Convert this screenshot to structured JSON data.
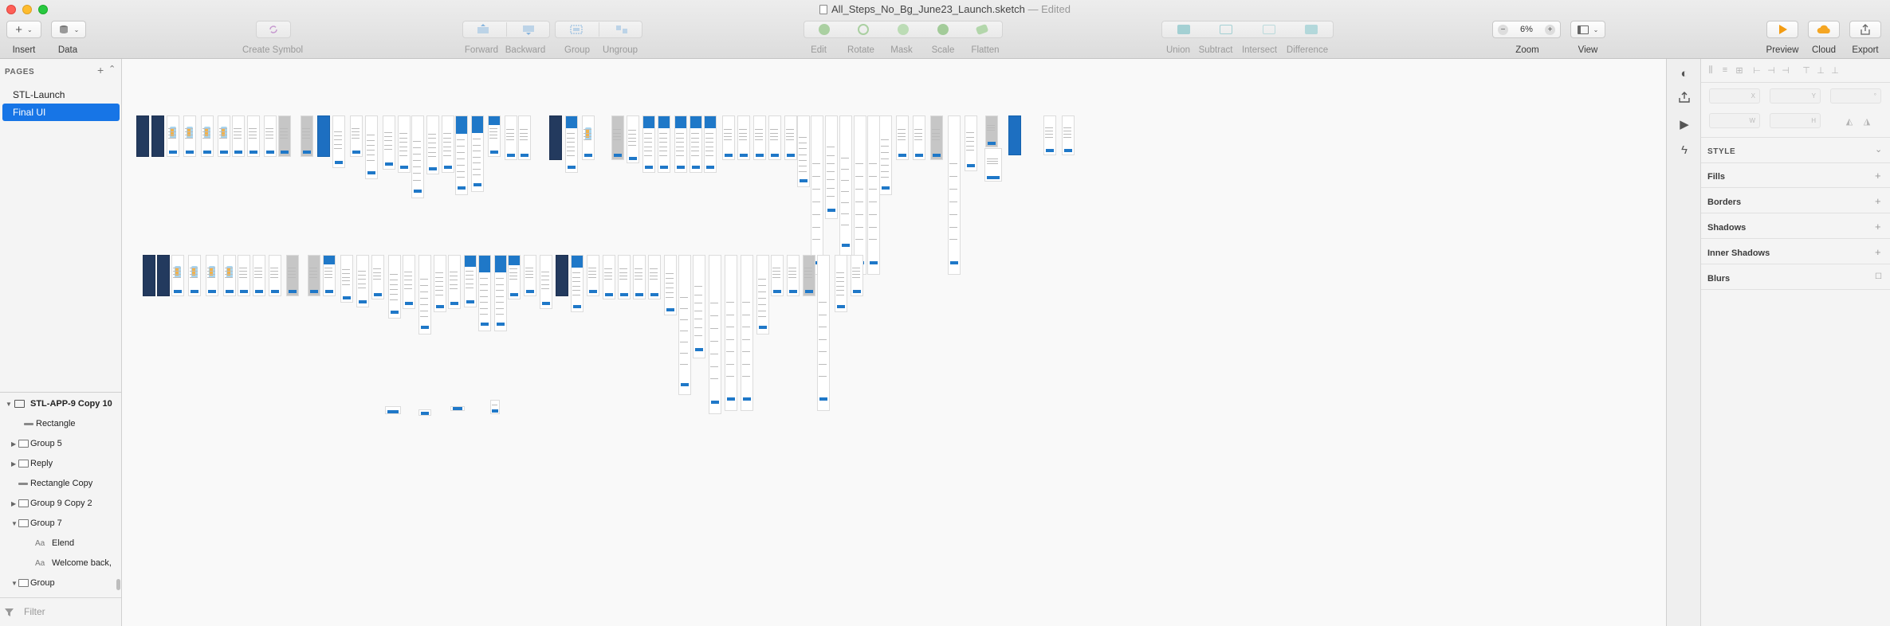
{
  "window": {
    "title": "All_Steps_No_Bg_June23_Launch.sketch",
    "status": "— Edited",
    "accent": "#1775e6"
  },
  "toolbar": {
    "insert": "Insert",
    "data": "Data",
    "create_symbol": "Create Symbol",
    "forward": "Forward",
    "backward": "Backward",
    "group": "Group",
    "ungroup": "Ungroup",
    "edit": "Edit",
    "rotate": "Rotate",
    "mask": "Mask",
    "scale": "Scale",
    "flatten": "Flatten",
    "union": "Union",
    "subtract": "Subtract",
    "intersect": "Intersect",
    "difference": "Difference",
    "zoom": "Zoom",
    "zoom_value": "6%",
    "zoom_minus": "−",
    "zoom_plus": "+",
    "view": "View",
    "preview": "Preview",
    "cloud": "Cloud",
    "export": "Export"
  },
  "pages": {
    "header": "PAGES",
    "items": [
      {
        "label": "STL-Launch",
        "selected": false
      },
      {
        "label": "Final UI",
        "selected": true
      }
    ]
  },
  "layers": [
    {
      "label": "STL-APP-9 Copy 10",
      "kind": "artboard",
      "disclosure": "▼"
    },
    {
      "label": "Rectangle",
      "kind": "rect",
      "disclosure": ""
    },
    {
      "label": "Group 5",
      "kind": "group",
      "disclosure": "▶"
    },
    {
      "label": "Reply",
      "kind": "group",
      "disclosure": "▶"
    },
    {
      "label": "Rectangle Copy",
      "kind": "rect",
      "disclosure": ""
    },
    {
      "label": "Group 9 Copy 2",
      "kind": "group",
      "disclosure": "▶"
    },
    {
      "label": "Group 7",
      "kind": "group",
      "disclosure": "▼"
    },
    {
      "label": "Elend",
      "kind": "text",
      "disclosure": ""
    },
    {
      "label": "Welcome back,",
      "kind": "text",
      "disclosure": ""
    },
    {
      "label": "Group",
      "kind": "group",
      "disclosure": "▼"
    }
  ],
  "filter": {
    "placeholder": "Filter"
  },
  "inspector": {
    "fields": {
      "x": "X",
      "y": "Y",
      "w": "W",
      "h": "H"
    },
    "style_header": "STYLE",
    "sections": [
      "Fills",
      "Borders",
      "Shadows",
      "Inner Shadows",
      "Blurs"
    ]
  },
  "icons": {
    "insert": "plus-icon",
    "data": "database-icon",
    "create_symbol": "symbol-icon",
    "preview": "play-icon",
    "cloud": "cloud-icon",
    "export": "share-icon"
  }
}
